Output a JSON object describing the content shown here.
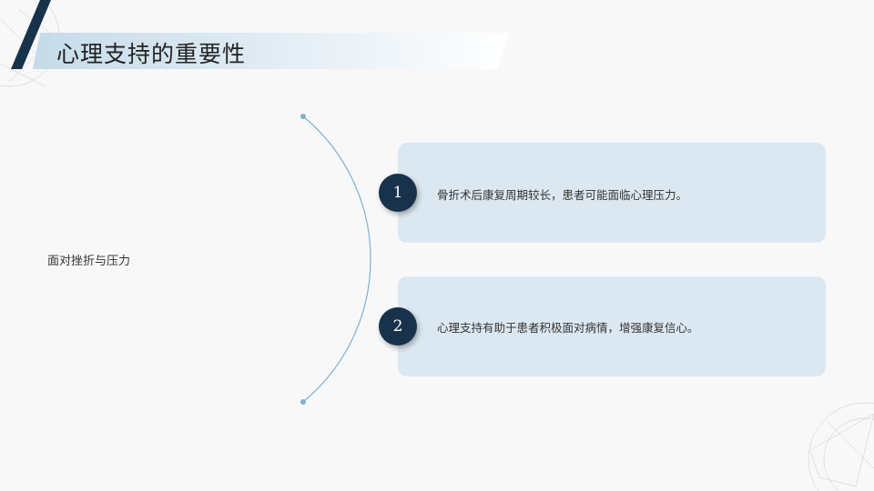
{
  "title": "心理支持的重要性",
  "left_label": "面对挫折与压力",
  "points": [
    {
      "number": "1",
      "text": "骨折术后康复周期较长，患者可能面临心理压力。"
    },
    {
      "number": "2",
      "text": "心理支持有助于患者积极面对病情，增强康复信心。"
    }
  ],
  "colors": {
    "accent": "#17324a",
    "card": "#dce8f1",
    "arc": "#7fb0d4"
  }
}
